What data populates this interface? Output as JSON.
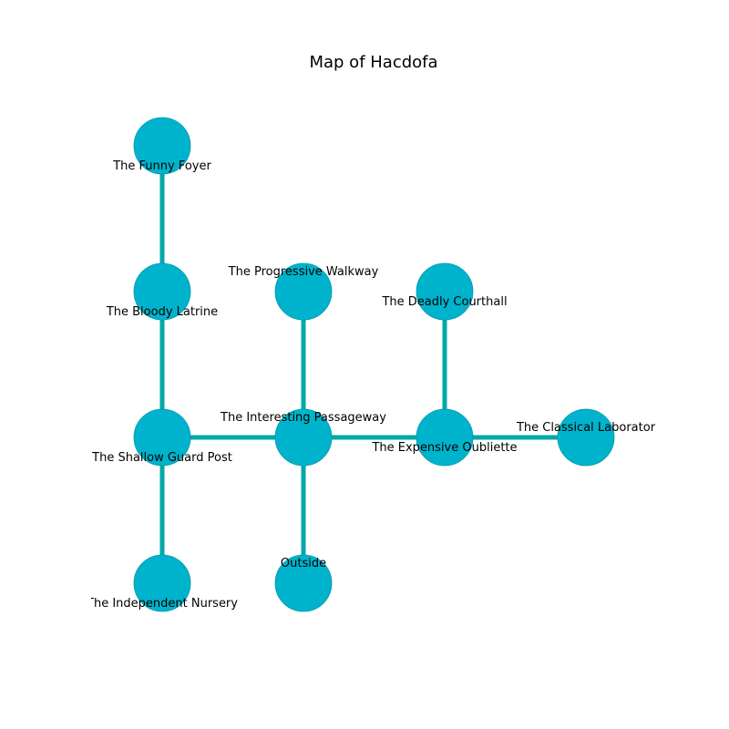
{
  "title": "Map of Hacdofa",
  "colors": {
    "node_fill": "#00b3cc",
    "node_stroke": "#0098ad",
    "edge": "#00a8a8"
  },
  "rooms": [
    {
      "id": "funny-foyer",
      "label": "The Funny Foyer"
    },
    {
      "id": "bloody-latrine",
      "label": "The Bloody Latrine"
    },
    {
      "id": "progressive-walkway",
      "label": "The Progressive Walkway"
    },
    {
      "id": "deadly-courthall",
      "label": "The Deadly Courthall"
    },
    {
      "id": "shallow-guard-post",
      "label": "The Shallow Guard Post"
    },
    {
      "id": "interesting-passageway",
      "label": "The Interesting Passageway"
    },
    {
      "id": "expensive-oubliette",
      "label": "The Expensive Oubliette"
    },
    {
      "id": "classical-laborator",
      "label": "The Classical Laborator"
    },
    {
      "id": "independent-nursery",
      "label": "The Independent Nursery"
    },
    {
      "id": "outside",
      "label": "Outside"
    }
  ],
  "connections": [
    [
      "funny-foyer",
      "bloody-latrine"
    ],
    [
      "bloody-latrine",
      "shallow-guard-post"
    ],
    [
      "shallow-guard-post",
      "independent-nursery"
    ],
    [
      "shallow-guard-post",
      "interesting-passageway"
    ],
    [
      "progressive-walkway",
      "interesting-passageway"
    ],
    [
      "interesting-passageway",
      "outside"
    ],
    [
      "interesting-passageway",
      "expensive-oubliette"
    ],
    [
      "deadly-courthall",
      "expensive-oubliette"
    ],
    [
      "expensive-oubliette",
      "classical-laborator"
    ]
  ]
}
